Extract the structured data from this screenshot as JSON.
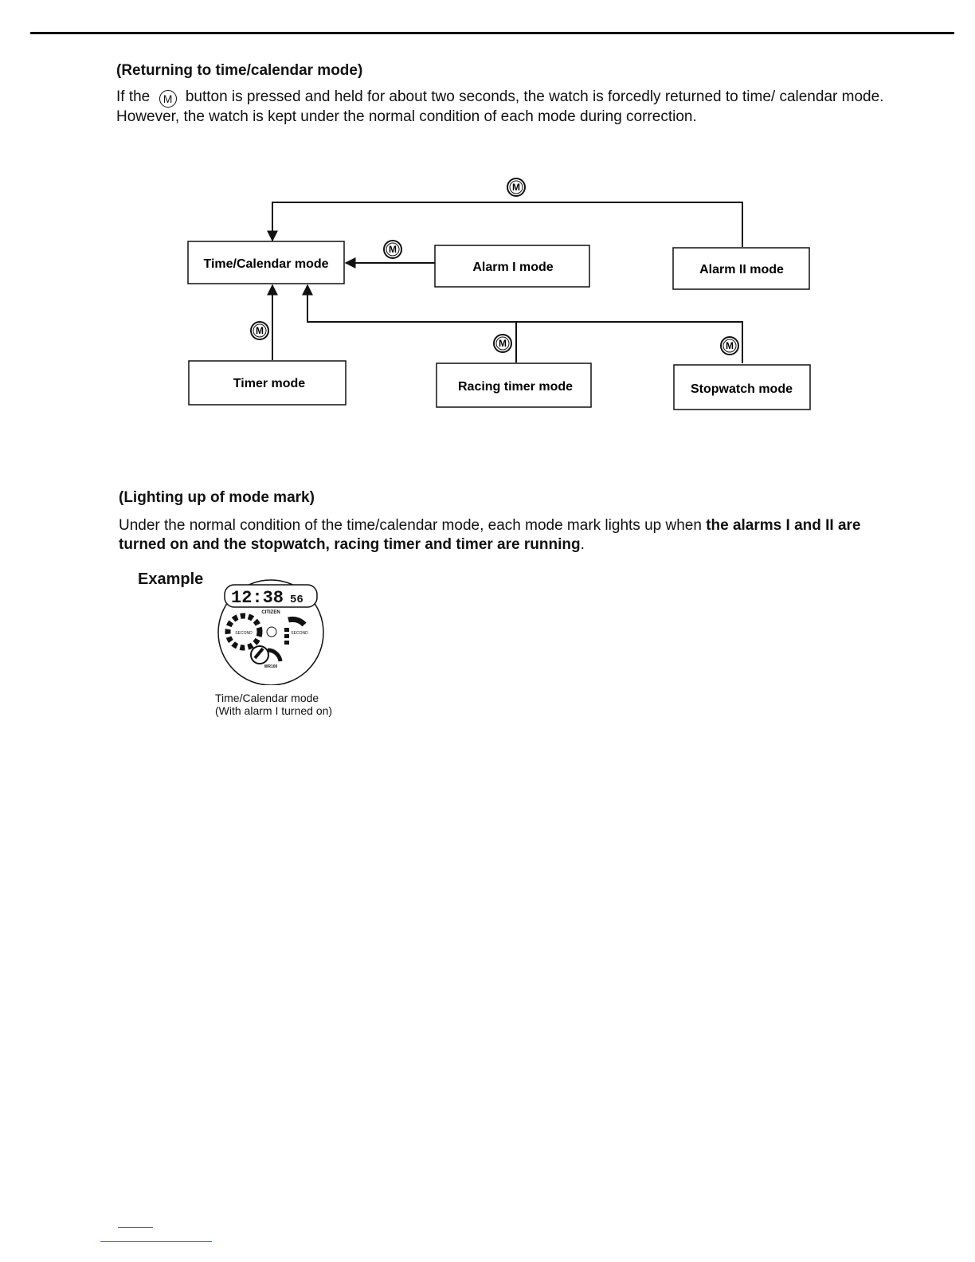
{
  "section1": {
    "heading": "(Returning to time/calendar mode)",
    "para_before_button": "If the",
    "button_symbol": "M",
    "para_after_button": "button is pressed and held for about two seconds, the watch is forcedly returned to time/ calendar mode. However, the watch is kept under the normal condition of each mode during correction."
  },
  "diagram": {
    "button_label": "M",
    "modes": {
      "time_calendar": "Time/Calendar mode",
      "alarm1": "Alarm I mode",
      "alarm2": "Alarm II mode",
      "timer": "Timer mode",
      "racing_timer": "Racing timer mode",
      "stopwatch": "Stopwatch mode"
    }
  },
  "section2": {
    "heading": "(Lighting up of mode mark)",
    "para_normal": "Under the normal condition of the time/calendar mode, each mode mark lights up when",
    "para_bold": "the alarms I and II are turned on and the stopwatch, racing timer and timer are running",
    "para_end": "."
  },
  "example": {
    "label": "Example",
    "watch": {
      "time_digits": "12:38",
      "seconds_digits": "56",
      "brand": "CITIZEN",
      "left_dial_text": "SECOND",
      "right_dial_text": "SECOND",
      "small_mark": "WR100"
    },
    "caption_line1": "Time/Calendar mode",
    "caption_line2": "(With alarm I turned on)"
  }
}
